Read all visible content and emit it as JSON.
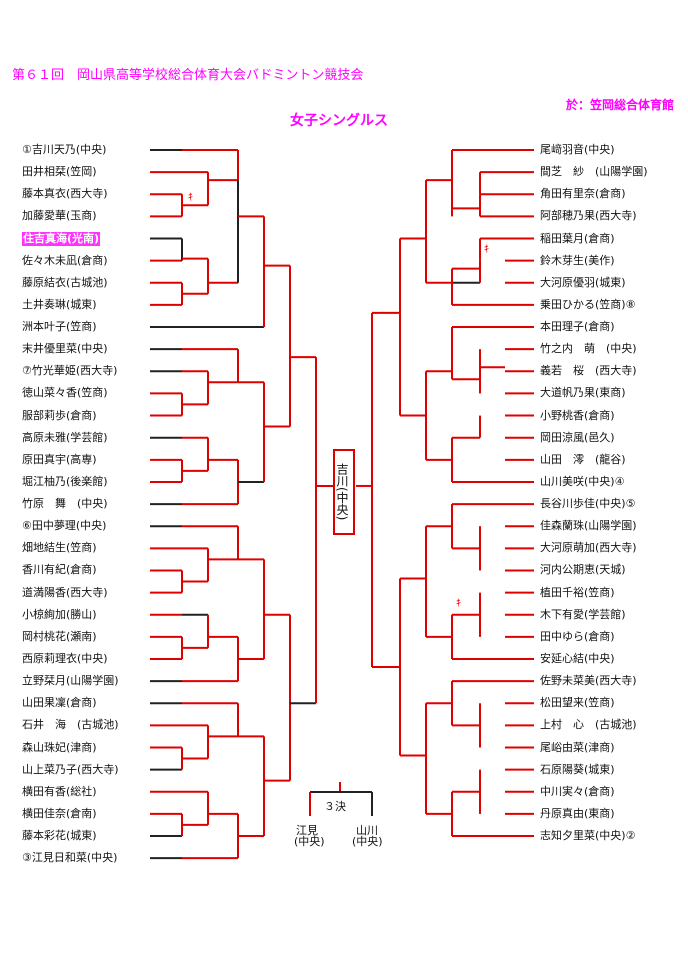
{
  "header": {
    "title": "第６１回　岡山県高等学校総合体育大会バドミントン競技会",
    "venue": "於：笠岡総合体育館",
    "event": "女子シングルス"
  },
  "left_players": [
    "①吉川天乃(中央)",
    "田井相栞(笠岡)",
    "藤本真衣(西大寺)",
    "加藤愛華(玉商)",
    "住吉真海(光南)",
    "佐々木未凪(倉商)",
    "藤原結衣(古城池)",
    "土井奏琳(城東)",
    "洲本叶子(笠商)",
    "末井優里菜(中央)",
    "⑦竹光華姫(西大寺)",
    "徳山菜々香(笠商)",
    "服部莉歩(倉商)",
    "高原未雅(学芸館)",
    "原田真宇(高専)",
    "堀江柚乃(後楽館)",
    "竹原　舞　(中央)",
    "⑥田中夢理(中央)",
    "畑地結生(笠商)",
    "香川有紀(倉商)",
    "道満陽香(西大寺)",
    "小椋絢加(勝山)",
    "岡村桃花(瀬南)",
    "西原莉理衣(中央)",
    "立野栞月(山陽学園)",
    "山田果凜(倉商)",
    "石井　海　(古城池)",
    "森山珠妃(津商)",
    "山上菜乃子(西大寺)",
    "横田有香(総社)",
    "横田佳奈(倉南)",
    "藤本彩花(城東)",
    "③江見日和菜(中央)"
  ],
  "right_players": [
    "尾﨑羽音(中央)",
    "間芝　紗　(山陽学園)",
    "角田有里奈(倉商)",
    "阿部穂乃果(西大寺)",
    "稲田葉月(倉商)",
    "鈴木芽生(美作)",
    "大河原優羽(城東)",
    "乗田ひかる(笠商)⑧",
    "本田理子(倉商)",
    "竹之内　萌　(中央)",
    "義若　桜　(西大寺)",
    "大道帆乃果(東商)",
    "小野桃香(倉商)",
    "岡田涼風(邑久)",
    "山田　澪　(龍谷)",
    "山川美咲(中央)④",
    "長谷川歩佳(中央)⑤",
    "佳森蘭珠(山陽学園)",
    "大河原萌加(西大寺)",
    "河内公期恵(天城)",
    "植田千裕(笠商)",
    "木下有愛(学芸館)",
    "田中ゆら(倉商)",
    "安延心結(中央)",
    "佐野未菜美(西大寺)",
    "松田望来(笠商)",
    "上村　心　(古城池)",
    "尾峪由菜(津商)",
    "石原陽葵(城東)",
    "中川実々(倉商)",
    "丹原真由(東商)",
    "志知夕里菜(中央)②"
  ],
  "highlight_index": 4,
  "forfeit_mark": "ｷ",
  "final": {
    "champion": "吉川(中央)"
  },
  "third_place": {
    "label": "３決",
    "left": "江見",
    "left_school": "(中央)",
    "right": "山川",
    "right_school": "(中央)"
  }
}
